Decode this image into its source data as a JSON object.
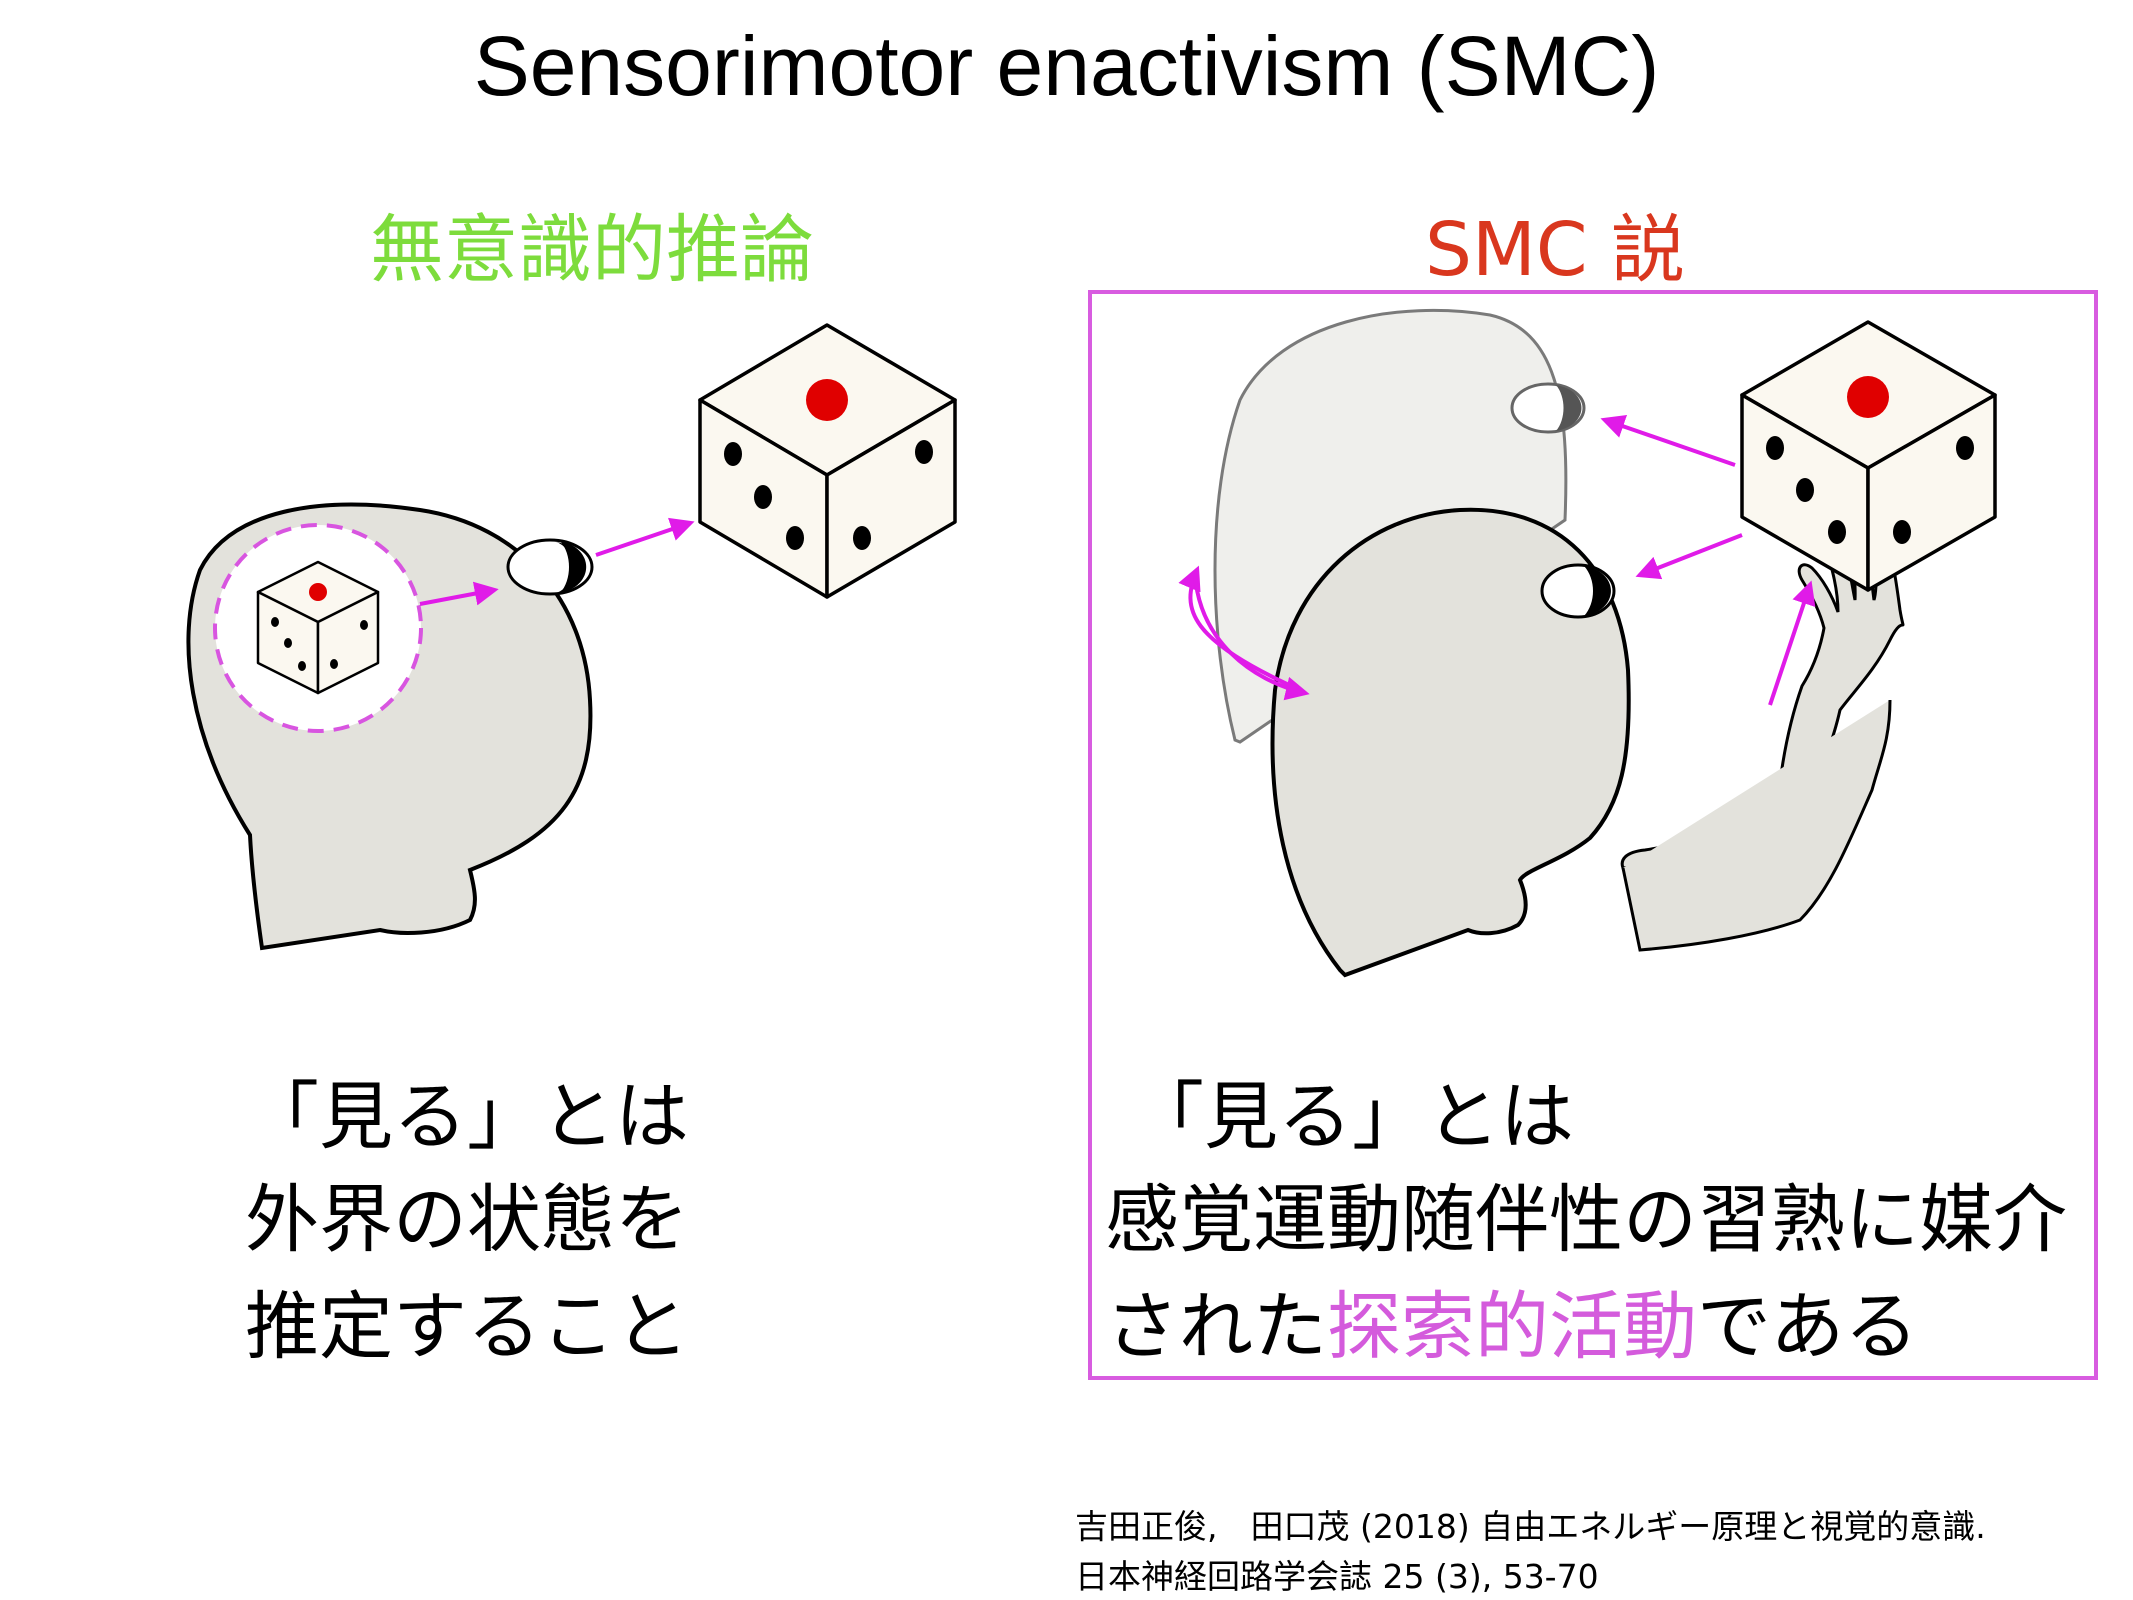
{
  "title": "Sensorimotor enactivism (SMC)",
  "left": {
    "heading": "無意識的推論",
    "heading_color": "#7ddc3c",
    "lines": [
      "「見る」とは",
      "外界の状態を",
      "推定すること"
    ]
  },
  "right": {
    "heading": "SMC 説",
    "heading_color": "#d9371e",
    "box_color": "#d85ce0",
    "lines": [
      "「見る」とは",
      "感覚運動随伴性の習熟に媒介"
    ],
    "line3_pre": "された",
    "line3_highlight": "探索的活動",
    "line3_post": "である",
    "highlight_color": "#d45bdc"
  },
  "reference": {
    "line1": "吉田正俊,　田口茂 (2018) 自由エネルギー原理と視覚的意識.",
    "line2": "日本神経回路学会誌 25 (3), 53-70"
  },
  "colors": {
    "arrow": "#e01be8",
    "head_fill": "#e3e2dc",
    "ghost_fill": "#efefec",
    "die_face": "#fbf8f0",
    "pip_red": "#e00000"
  },
  "icons": [
    "head-icon",
    "eye-icon",
    "die-icon",
    "hand-icon",
    "arrow-icon"
  ]
}
